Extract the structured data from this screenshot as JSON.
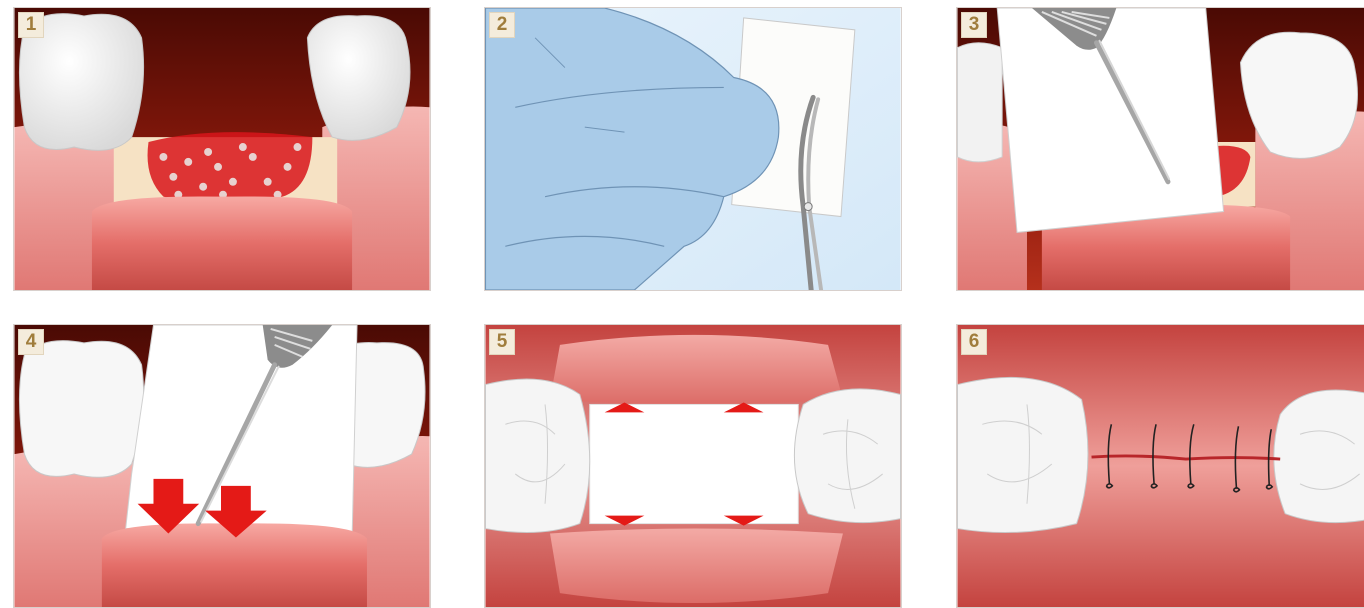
{
  "panels": [
    {
      "number": "1"
    },
    {
      "number": "2"
    },
    {
      "number": "3"
    },
    {
      "number": "4"
    },
    {
      "number": "5"
    },
    {
      "number": "6"
    }
  ],
  "colors": {
    "badge_bg": "#f4ecdc",
    "badge_text": "#a07d3c",
    "gum": "#e8817f",
    "gum_dark": "#c2504c",
    "cavity": "#7a1408",
    "tooth": "#f7f7f7",
    "bone": "#f6e2c4",
    "graft_red": "#d8151b",
    "glove": "#a9cbe8",
    "arrow_red": "#e41a17",
    "membrane": "#ffffff"
  }
}
